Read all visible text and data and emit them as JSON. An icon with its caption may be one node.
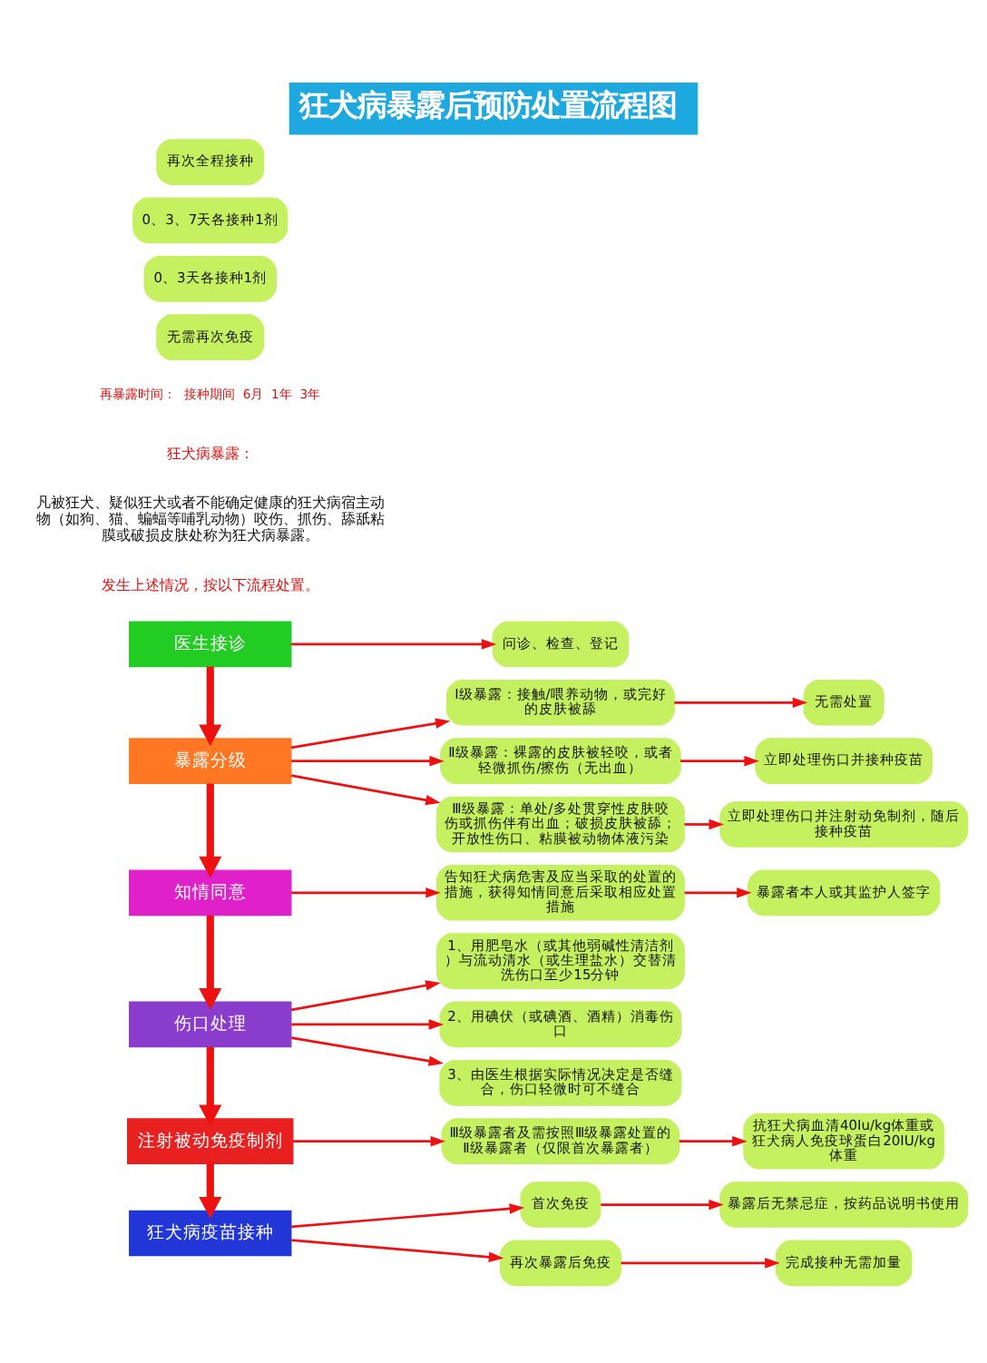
{
  "diagram": {
    "title": "狂犬病暴露后预防处置流程图",
    "nodes": [
      {
        "text": [
          "医生接诊"
        ]
      },
      {
        "text": [
          "问诊、检查、登记"
        ]
      },
      {
        "text": [
          "暴露分级"
        ]
      },
      {
        "text": [
          "Ⅰ级暴露：接触/喂养动物，或完好的皮肤被舔"
        ]
      },
      {
        "text": [
          "无需处置"
        ]
      },
      {
        "text": [
          "Ⅱ级暴露：裸露的皮肤被轻咬，或者轻微抓伤/擦伤（无出血）"
        ]
      },
      {
        "text": [
          "立即处理伤口并接种疫苗"
        ]
      },
      {
        "text": [
          "Ⅲ级暴露：单处/多处贯穿性皮肤咬伤或抓伤伴有出血；破损皮肤被舔；开放性伤口、粘膜被动物体液污染"
        ]
      },
      {
        "text": [
          "立即处理伤口并注射动免制剂，随后接种疫苗"
        ]
      },
      {
        "text": [
          "知情同意"
        ]
      },
      {
        "text": [
          "告知狂犬病危害及应当采取的处置的措施，获得知情同意后采取相应处置措施"
        ]
      },
      {
        "text": [
          "暴露者本人或其监护人签字"
        ]
      },
      {
        "text": [
          "伤口处理"
        ]
      },
      {
        "text": [
          "1、用肥皂水（或其他弱碱性清洁剂）与流动清水（或生理盐水）交替清洗伤口至少15分钟"
        ]
      },
      {
        "text": [
          "2、用碘伏（或碘酒、酒精）消毒伤口"
        ]
      },
      {
        "text": [
          "3、由医生根据实际情况决定是否缝合，伤口轻微时可不缝合"
        ]
      },
      {
        "text": [
          "注射被动免疫制剂"
        ]
      },
      {
        "text": [
          "Ⅲ级暴露者及需按照Ⅲ级暴露处置的Ⅱ级暴露者（仅限首次暴露者）"
        ]
      },
      {
        "text": [
          "抗狂犬病血清40Iu/kg体重或狂犬病人免疫球蛋白20IU/kg体重"
        ]
      },
      {
        "text": [
          "狂犬病疫苗接种"
        ]
      },
      {
        "text": [
          "首次免疫"
        ]
      },
      {
        "text": [
          "暴露后无禁忌症，按药品说明书使用"
        ]
      },
      {
        "text": [
          "再次暴露后免疫"
        ]
      },
      {
        "text": [
          "完成接种无需加量"
        ]
      },
      {
        "text": [
          "无需再次免疫"
        ]
      },
      {
        "text": [
          "0、3天各接种1剂"
        ]
      },
      {
        "text": [
          "0、3、7天各接种1剂"
        ]
      },
      {
        "text": [
          "再次全程接种"
        ]
      }
    ],
    "edges": [
      {
        "from": 0,
        "to": 2,
        "arrow": "to",
        "style": "thick"
      },
      {
        "from": 2,
        "to": 9,
        "arrow": "to",
        "style": "thick"
      },
      {
        "from": 9,
        "to": 12,
        "arrow": "to",
        "style": "thick"
      },
      {
        "from": 12,
        "to": 16,
        "arrow": "to",
        "style": "thick"
      },
      {
        "from": 16,
        "to": 19,
        "arrow": "to",
        "style": "thick"
      },
      {
        "from": 0,
        "to": 1,
        "arrow": "to"
      },
      {
        "from": 2,
        "to": 3,
        "arrow": "to"
      },
      {
        "from": 2,
        "to": 5,
        "arrow": "to"
      },
      {
        "from": 2,
        "to": 7,
        "arrow": "to"
      },
      {
        "from": 3,
        "to": 4,
        "arrow": "to"
      },
      {
        "from": 5,
        "to": 6,
        "arrow": "to"
      },
      {
        "from": 7,
        "to": 8,
        "arrow": "to"
      },
      {
        "from": 9,
        "to": 10,
        "arrow": "to"
      },
      {
        "from": 10,
        "to": 11,
        "arrow": "to"
      },
      {
        "from": 12,
        "to": 13,
        "arrow": "to"
      },
      {
        "from": 12,
        "to": 14,
        "arrow": "to"
      },
      {
        "from": 12,
        "to": 15,
        "arrow": "to"
      },
      {
        "from": 16,
        "to": 17,
        "arrow": "to"
      },
      {
        "from": 17,
        "to": 18,
        "arrow": "to"
      },
      {
        "from": 19,
        "to": 20,
        "arrow": "to"
      },
      {
        "from": 19,
        "to": 22,
        "arrow": "to"
      },
      {
        "from": 20,
        "to": 21,
        "arrow": "to"
      },
      {
        "from": 22,
        "to": 23,
        "arrow": "to"
      }
    ],
    "labels": [
      "狂犬病暴露：",
      "凡被狂犬、疑似狂犬或者不能确定健康的狂犬病宿主动物（如狗、猫、蝙蝠等哺乳动物）咬伤、抓伤、舔舐粘膜或破损皮肤处称为狂犬病暴露。",
      "发生上述情况，按以下流程处置。",
      "再暴露时间：",
      "接种期间",
      "6月",
      "1年",
      "3年"
    ]
  }
}
